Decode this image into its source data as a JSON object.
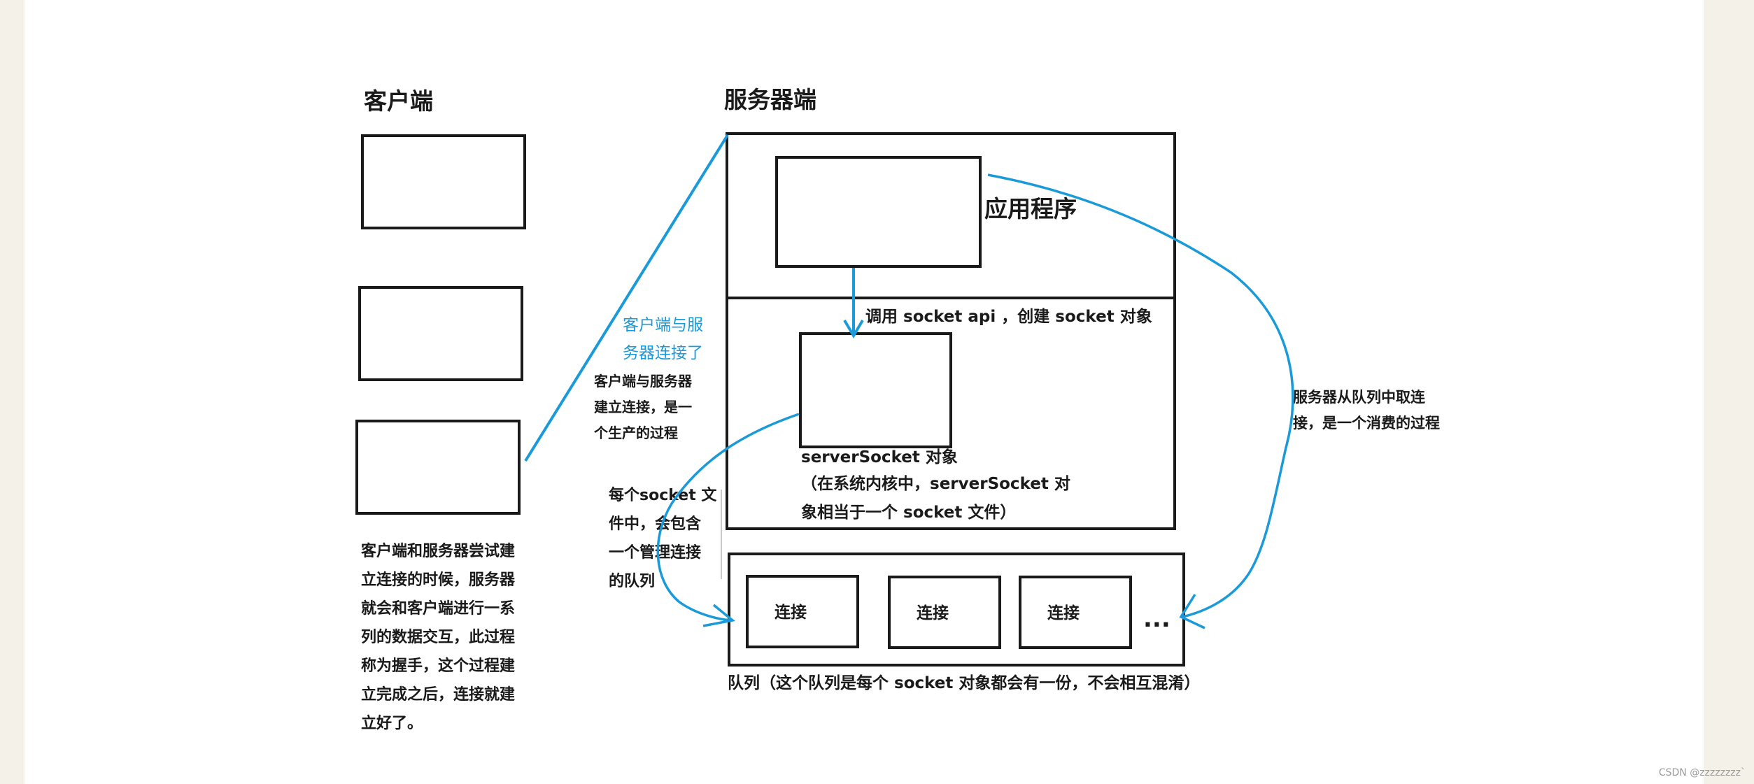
{
  "client": {
    "title": "客户端",
    "description": "客户端和服务器尝试建\n立连接的时候，服务器\n就会和客户端进行一系\n列的数据交互，此过程\n称为握手，这个过程建\n立完成之后，连接就建\n立好了。"
  },
  "server": {
    "title": "服务器端",
    "app_label": "应用程序",
    "call_label": "调用 socket api ，创建 socket 对象",
    "server_socket_label": "serverSocket 对象",
    "server_socket_note": "（在系统内核中，serverSocket 对\n象相当于一个 socket 文件）",
    "socket_file_note": "每个socket 文\n件中，会包含\n一个管理连接\n的队列",
    "connections": [
      "连接",
      "连接",
      "连接"
    ],
    "ellipsis": "...",
    "queue_caption": "队列（这个队列是每个 socket 对象都会有一份，不会相互混淆）",
    "consume_note": "服务器从队列中取连\n接，是一个消费的过程"
  },
  "link": {
    "connected_note": "客户端与服\n务器连接了",
    "produce_note": "客户端与服务器\n建立连接，是一\n个生产的过程"
  },
  "watermark": "CSDN @zzzzzzzz`",
  "colors": {
    "stroke": "#1a1a1a",
    "arrow": "#1a9ad9",
    "background": "#ffffff"
  }
}
